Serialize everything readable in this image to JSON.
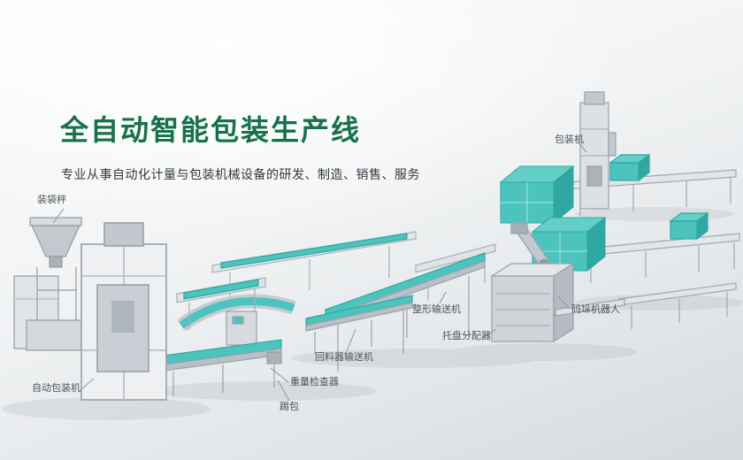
{
  "hero": {
    "title": "全自动智能包装生产线",
    "subtitle": "专业从事自动化计量与包装机械设备的研发、制造、销售、服务"
  },
  "labels": [
    {
      "id": "bagging-scale",
      "text": "装袋秤"
    },
    {
      "id": "packing-machine",
      "text": "包装机"
    },
    {
      "id": "auto-packing-machine",
      "text": "自动包装机"
    },
    {
      "id": "kick-bag",
      "text": "踢包"
    },
    {
      "id": "weight-checker",
      "text": "重量检查器"
    },
    {
      "id": "return-feeder-conveyor",
      "text": "回料器输送机"
    },
    {
      "id": "shaping-conveyor",
      "text": "整形输送机"
    },
    {
      "id": "pallet-dispenser",
      "text": "托盘分配器"
    },
    {
      "id": "palletizing-robot",
      "text": "码垛机器人"
    }
  ],
  "colors": {
    "title_green": "#17714a",
    "belt_teal": "#4cc4bd",
    "belt_teal_dark": "#2fa8a1",
    "machine_gray": "#c6ccd2",
    "label_text": "#4d5358"
  }
}
